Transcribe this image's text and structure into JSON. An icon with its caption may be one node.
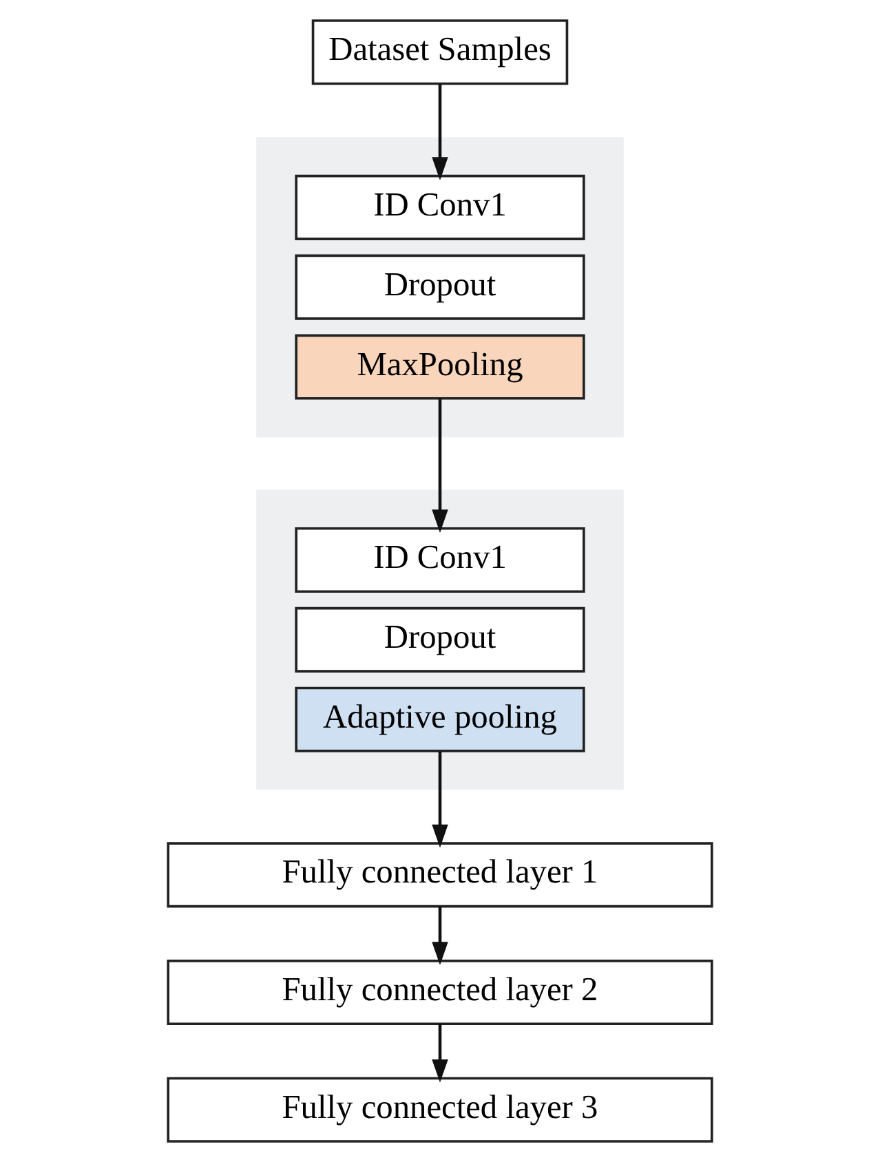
{
  "diagram": {
    "nodes": [
      {
        "text": [
          "Dataset Samples"
        ]
      },
      {
        "text": [],
        "shape": "box"
      },
      {
        "text": [
          "ID Conv1"
        ],
        "in": 1
      },
      {
        "text": [
          "Dropout"
        ],
        "in": 1
      },
      {
        "text": [
          "MaxPooling"
        ],
        "in": 1
      },
      {
        "text": [],
        "shape": "box"
      },
      {
        "text": [
          "ID Conv1"
        ],
        "in": 5
      },
      {
        "text": [
          "Dropout"
        ],
        "in": 5
      },
      {
        "text": [
          "Adaptive pooling"
        ],
        "in": 5
      },
      {
        "text": [
          "Fully connected layer 1"
        ]
      },
      {
        "text": [
          "Fully connected layer 2"
        ]
      },
      {
        "text": [
          "Fully connected layer 3"
        ]
      }
    ],
    "edges": [
      {
        "from": 0,
        "to": 2,
        "arrow": "to"
      },
      {
        "from": 4,
        "to": 6,
        "arrow": "to"
      },
      {
        "from": 8,
        "to": 9,
        "arrow": "to"
      },
      {
        "from": 9,
        "to": 10,
        "arrow": "to"
      },
      {
        "from": 10,
        "to": 11,
        "arrow": "to"
      }
    ]
  }
}
